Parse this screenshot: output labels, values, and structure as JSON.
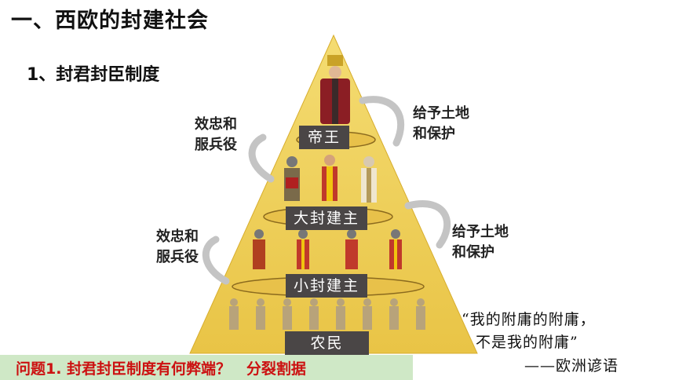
{
  "heading": "一、西欧的封建社会",
  "subheading": "1、封君封臣制度",
  "tiers": {
    "emperor": "帝王",
    "great_lord": "大封建主",
    "lesser_lord": "小封建主",
    "peasant": "农民"
  },
  "annotations": {
    "loyalty_upper": [
      "效忠和",
      "服兵役"
    ],
    "grant_upper": [
      "给予土地",
      "和保护"
    ],
    "loyalty_lower": [
      "效忠和",
      "服兵役"
    ],
    "grant_lower": [
      "给予土地",
      "和保护"
    ]
  },
  "quote": {
    "line1": "“我的附庸的附庸，",
    "line2": "不是我的附庸”",
    "source": "——欧洲谚语"
  },
  "question": {
    "prompt": "问题1. 封君封臣制度有何弊端？",
    "answer": "分裂割据"
  },
  "colors": {
    "pyramid": "#f0d15a",
    "tier_label_bg": "#4a4646",
    "question_bg": "#cfe8c6",
    "question_text": "#cc1111"
  }
}
